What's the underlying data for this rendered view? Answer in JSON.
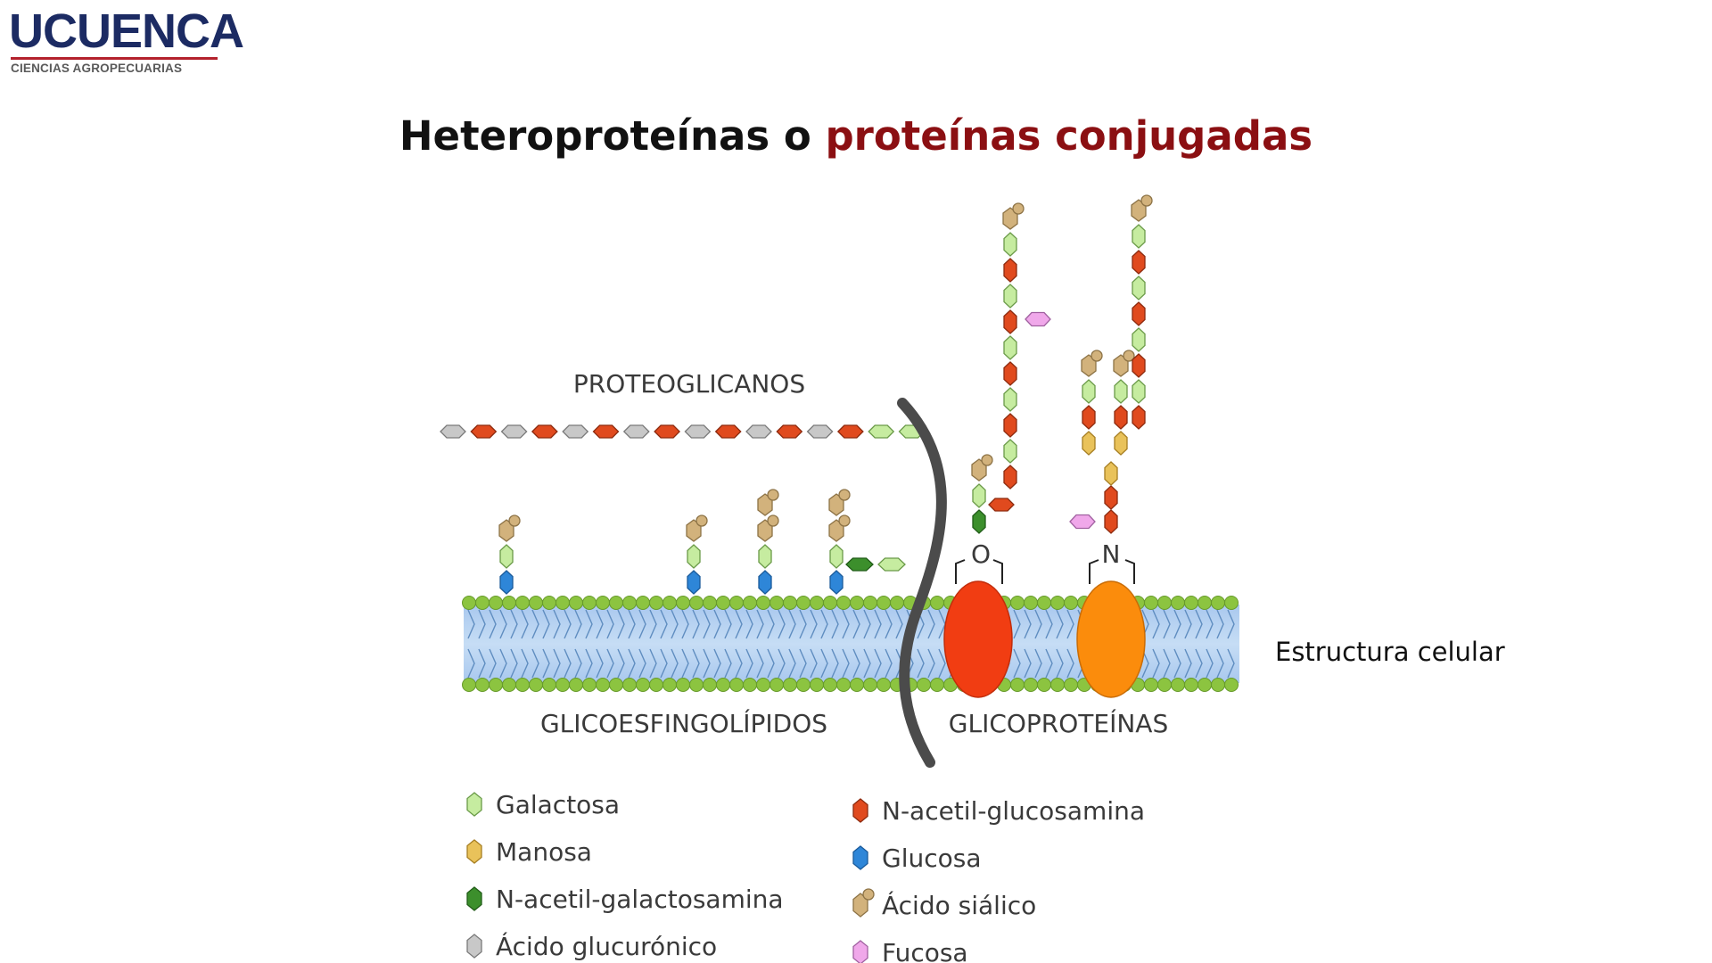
{
  "logo": {
    "name": "UCUENCA",
    "subtitle": "CIENCIAS AGROPECUARIAS"
  },
  "title": {
    "part1": "Heteroproteínas o ",
    "part2": "proteínas conjugadas"
  },
  "colors": {
    "title_accent": "#8b0f12",
    "galactosa": "#c6eca0",
    "manosa": "#e9c25a",
    "n_acetil_galactosamina": "#3c8f2c",
    "acido_glucuronico": "#c8c8c8",
    "n_acetil_glucosamina": "#e04a1e",
    "glucosa": "#2e86d8",
    "acido_sialico": "#d2b27c",
    "fucosa": "#f0a8ea",
    "protein_red": "#f13d12",
    "protein_orange": "#fb8c0c",
    "membrane_head": "#8cc440",
    "membrane_band": "#b3d1f1"
  },
  "diagram": {
    "label_proteoglicanos": "PROTEOGLICANOS",
    "label_glicoesfingolipidos": "GLICOESFINGOLÍPIDOS",
    "label_glicoproteinas": "GLICOPROTEÍNAS",
    "link_o": "O",
    "link_n": "N"
  },
  "legend": [
    {
      "label": "Galactosa",
      "icon": "galactosa-icon"
    },
    {
      "label": "Manosa",
      "icon": "manosa-icon"
    },
    {
      "label": "N-acetil-galactosamina",
      "icon": "n-acetil-galactosamina-icon"
    },
    {
      "label": "Ácido glucurónico",
      "icon": "acido-glucuronico-icon"
    },
    {
      "label": "N-acetil-glucosamina",
      "icon": "n-acetil-glucosamina-icon"
    },
    {
      "label": "Glucosa",
      "icon": "glucosa-icon"
    },
    {
      "label": "Ácido siálico",
      "icon": "acido-sialico-icon"
    },
    {
      "label": "Fucosa",
      "icon": "fucosa-icon"
    }
  ],
  "side_caption": "Estructura celular"
}
